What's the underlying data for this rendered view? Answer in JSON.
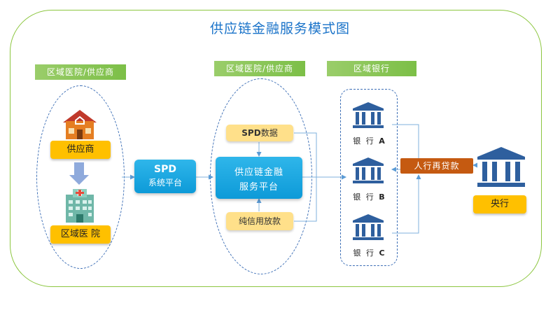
{
  "title": "供应链金融服务模式图",
  "labels": {
    "left_group": "区域医院/供应商",
    "mid_group": "区域医院/供应商",
    "bank_group": "区域银行"
  },
  "nodes": {
    "supplier": "供应商",
    "hospital": "区域医 院",
    "spd_system_line1": "SPD",
    "spd_system_line2": "系统平台",
    "spd_data_bold": "SPD",
    "spd_data_rest": "数据",
    "scf_platform_line1": "供应链金融",
    "scf_platform_line2": "服务平台",
    "credit_loan": "纯信用放款",
    "rediscount": "人行再贷款",
    "central_bank": "央行"
  },
  "banks": [
    {
      "prefix": "银 行",
      "letter": "A"
    },
    {
      "prefix": "银 行",
      "letter": "B"
    },
    {
      "prefix": "银 行",
      "letter": "C"
    }
  ],
  "colors": {
    "frame": "#8cc63f",
    "title": "#1a73c9",
    "accent_blue": "#0d9ad8",
    "yellow": "#ffc000",
    "orange": "#c55a11",
    "bank_icon": "#2e5f9e"
  }
}
